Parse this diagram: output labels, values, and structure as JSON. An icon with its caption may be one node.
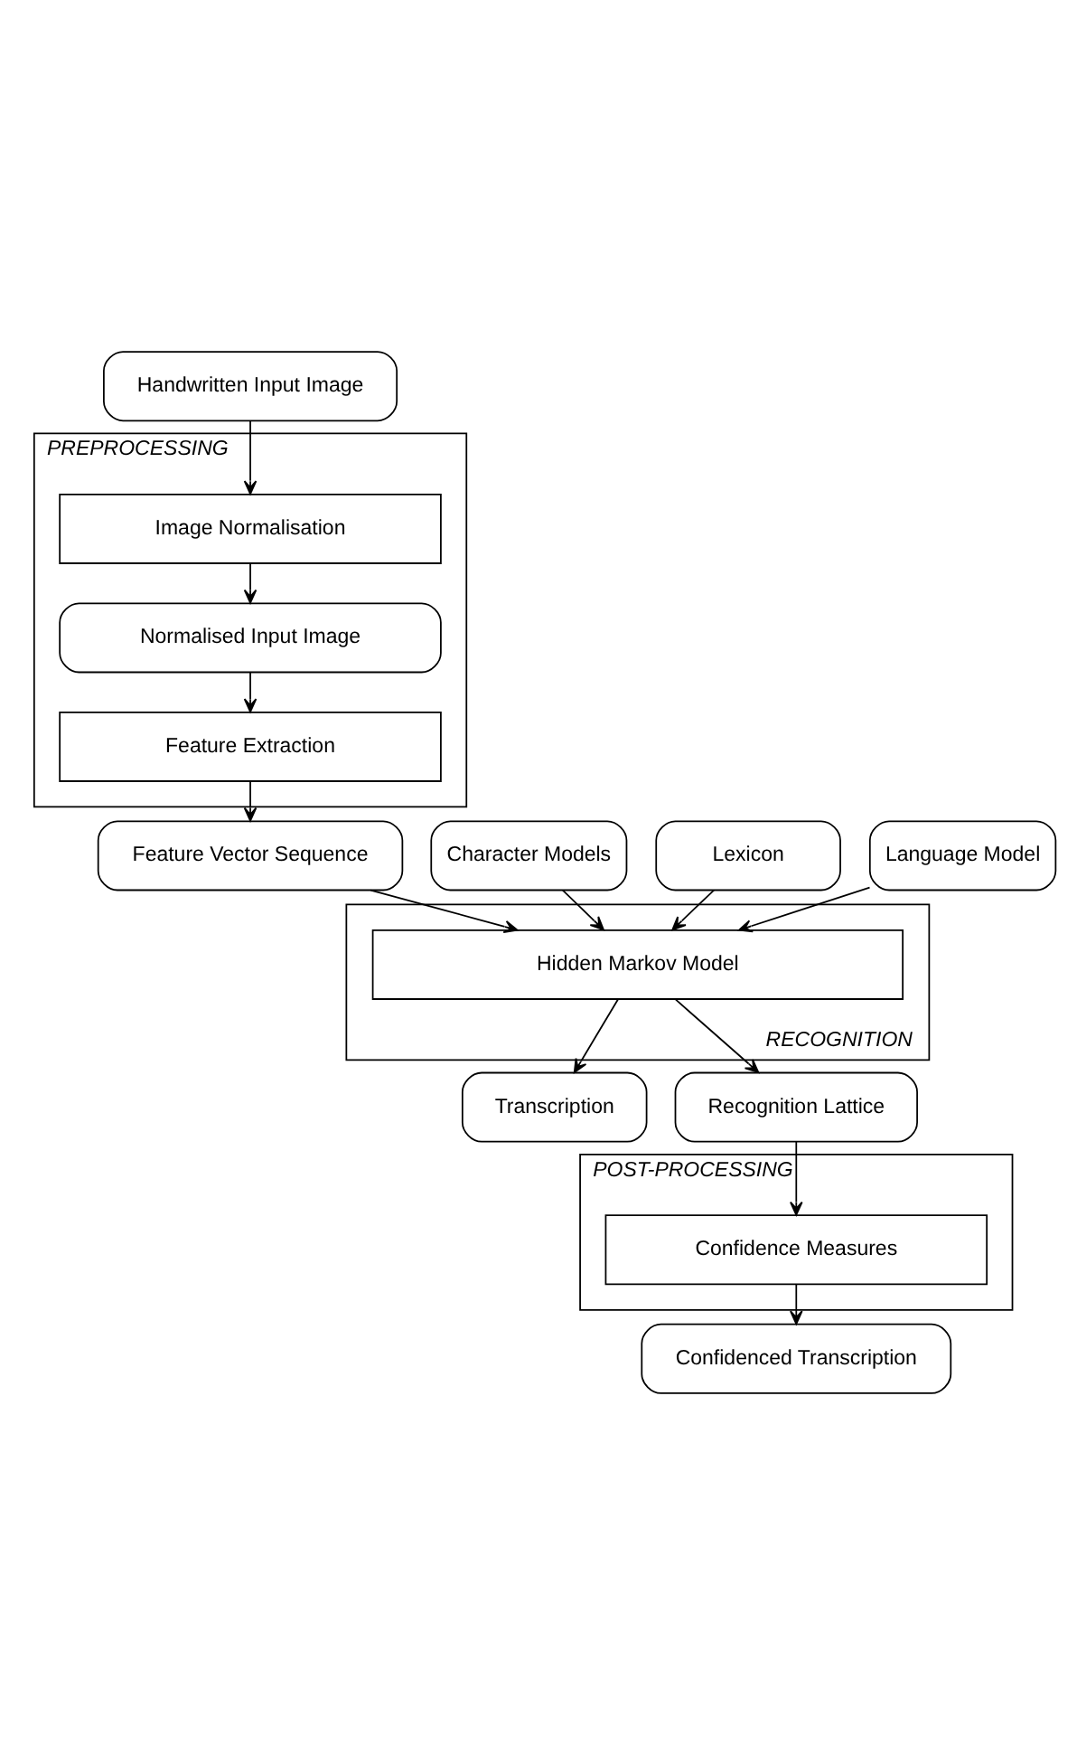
{
  "diagram": {
    "nodes": [
      {
        "text": [
          "Handwritten Input Image"
        ]
      },
      {
        "text": [
          "PREPROCESSING"
        ]
      },
      {
        "text": [
          "Image Normalisation"
        ],
        "in": 1
      },
      {
        "text": [
          "Normalised Input Image"
        ],
        "in": 1
      },
      {
        "text": [
          "Feature Extraction"
        ],
        "in": 1
      },
      {
        "text": [
          "Feature Vector Sequence"
        ]
      },
      {
        "text": [
          "RECOGNITION"
        ]
      },
      {
        "text": [
          "Character Models"
        ]
      },
      {
        "text": [
          "Lexicon"
        ]
      },
      {
        "text": [
          "Language Model"
        ]
      },
      {
        "text": [
          "Hidden Markov Model"
        ],
        "in": 6
      },
      {
        "text": [
          "Transcription"
        ]
      },
      {
        "text": [
          "Recognition Lattice"
        ]
      },
      {
        "text": [
          "POST-PROCESSING"
        ]
      },
      {
        "text": [
          "Confidence Measures"
        ],
        "in": 13
      },
      {
        "text": [
          "Confidenced Transcription"
        ]
      }
    ],
    "edges": [
      {
        "from": 0,
        "to": 2,
        "arrow": "to"
      },
      {
        "from": 2,
        "to": 3,
        "arrow": "to"
      },
      {
        "from": 3,
        "to": 4,
        "arrow": "to"
      },
      {
        "from": 4,
        "to": 5,
        "arrow": "to"
      },
      {
        "from": 5,
        "to": 10,
        "arrow": "to"
      },
      {
        "from": 7,
        "to": 10,
        "arrow": "to"
      },
      {
        "from": 8,
        "to": 10,
        "arrow": "to"
      },
      {
        "from": 9,
        "to": 10,
        "arrow": "to"
      },
      {
        "from": 10,
        "to": 11,
        "arrow": "to"
      },
      {
        "from": 10,
        "to": 12,
        "arrow": "to"
      },
      {
        "from": 12,
        "to": 14,
        "arrow": "to"
      },
      {
        "from": 14,
        "to": 15,
        "arrow": "to"
      }
    ]
  }
}
